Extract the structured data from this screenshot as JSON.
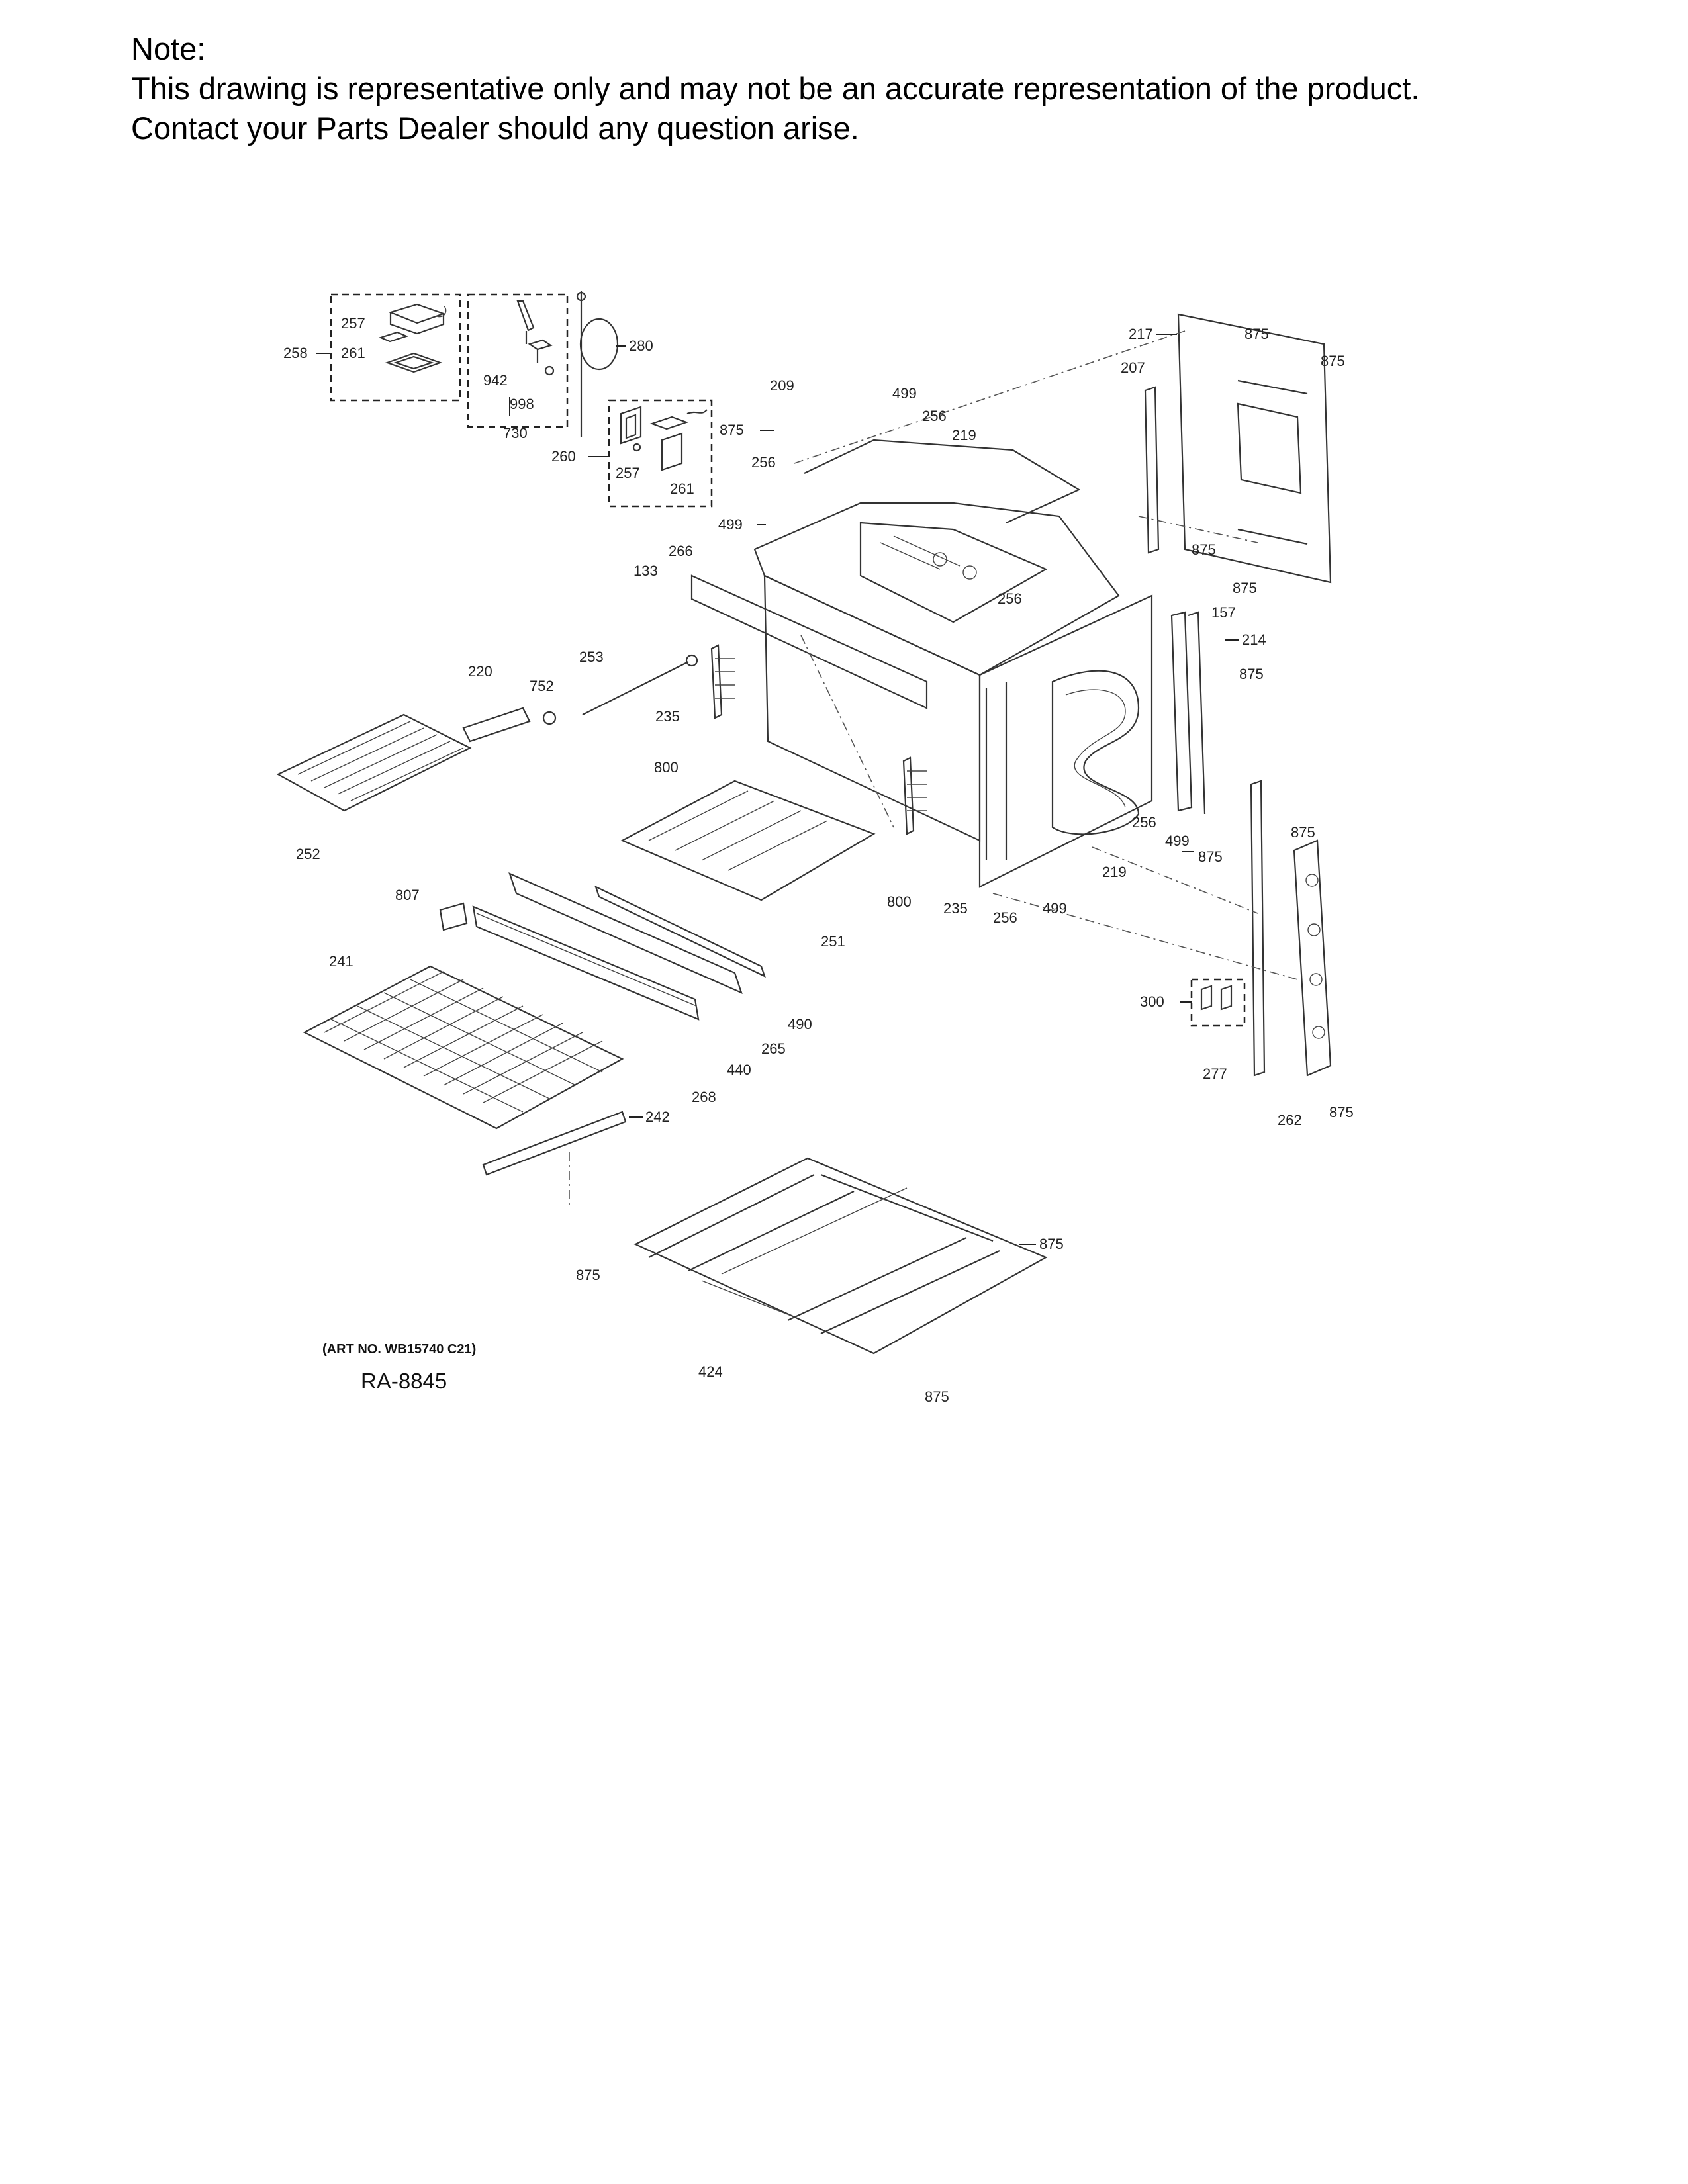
{
  "note": {
    "line1": "Note:",
    "line2": "This drawing is representative only and may not be an accurate representation of the product.",
    "line3": "Contact your Parts Dealer should any question arise."
  },
  "art_number": "(ART NO. WB15740 C21)",
  "drawing_id": "RA-8845",
  "callouts": {
    "c257a": "257",
    "c258": "258",
    "c261a": "261",
    "c942": "942",
    "c998": "998",
    "c730": "730",
    "c280": "280",
    "c260": "260",
    "c257b": "257",
    "c261b": "261",
    "c209": "209",
    "c875a": "875",
    "c256a": "256",
    "c499a": "499",
    "c256b": "256",
    "c219a": "219",
    "c499b": "499",
    "c266": "266",
    "c133": "133",
    "c217": "217",
    "c875b": "875",
    "c207": "207",
    "c875c": "875",
    "c875d": "875",
    "c875e": "875",
    "c157": "157",
    "c256c": "256",
    "c214": "214",
    "c875f": "875",
    "c220": "220",
    "c253": "253",
    "c752": "752",
    "c235a": "235",
    "c800a": "800",
    "c252": "252",
    "c251": "251",
    "c800b": "800",
    "c235b": "235",
    "c256d": "256",
    "c499c": "499",
    "c219b": "219",
    "c256e": "256",
    "c499d": "499",
    "c875g": "875",
    "c875h": "875",
    "c807": "807",
    "c241": "241",
    "c490": "490",
    "c265": "265",
    "c440": "440",
    "c268": "268",
    "c242": "242",
    "c300": "300",
    "c277": "277",
    "c262": "262",
    "c875i": "875",
    "c875j": "875",
    "c875k": "875",
    "c424": "424",
    "c875l": "875"
  }
}
